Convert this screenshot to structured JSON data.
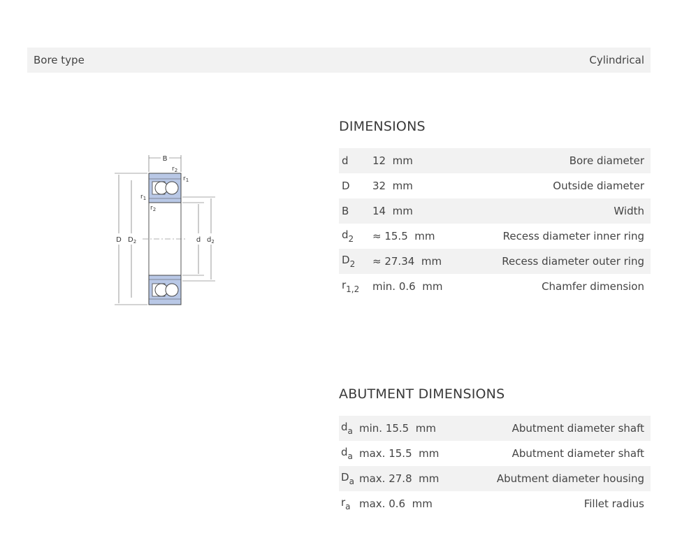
{
  "bore": {
    "label": "Bore type",
    "value": "Cylindrical"
  },
  "diagram": {
    "labels": {
      "B": "B",
      "r1": "r",
      "r1_sub": "1",
      "r2": "r",
      "r2_sub": "2",
      "D": "D",
      "D2": "D",
      "D2_sub": "2",
      "d": "d",
      "d2": "d",
      "d2_sub": "2"
    },
    "colors": {
      "ring": "#b9c8e6",
      "line": "#333333"
    }
  },
  "dimensions": {
    "title": "DIMENSIONS",
    "rows": [
      {
        "sym": "d",
        "sub": "",
        "value": "12",
        "unit": "mm",
        "desc": "Bore diameter"
      },
      {
        "sym": "D",
        "sub": "",
        "value": "32",
        "unit": "mm",
        "desc": "Outside diameter"
      },
      {
        "sym": "B",
        "sub": "",
        "value": "14",
        "unit": "mm",
        "desc": "Width"
      },
      {
        "sym": "d",
        "sub": "2",
        "value": "≈ 15.5",
        "unit": "mm",
        "desc": "Recess diameter inner ring"
      },
      {
        "sym": "D",
        "sub": "2",
        "value": "≈ 27.34",
        "unit": "mm",
        "desc": "Recess diameter outer ring"
      },
      {
        "sym": "r",
        "sub": "1,2",
        "value": "min. 0.6",
        "unit": "mm",
        "desc": "Chamfer dimension"
      }
    ]
  },
  "abutment": {
    "title": "ABUTMENT DIMENSIONS",
    "rows": [
      {
        "sym": "d",
        "sub": "a",
        "value": "min. 15.5",
        "unit": "mm",
        "desc": "Abutment diameter shaft"
      },
      {
        "sym": "d",
        "sub": "a",
        "value": "max. 15.5",
        "unit": "mm",
        "desc": "Abutment diameter shaft"
      },
      {
        "sym": "D",
        "sub": "a",
        "value": "max. 27.8",
        "unit": "mm",
        "desc": "Abutment diameter housing"
      },
      {
        "sym": "r",
        "sub": "a",
        "value": "max. 0.6",
        "unit": "mm",
        "desc": "Fillet radius"
      }
    ]
  }
}
